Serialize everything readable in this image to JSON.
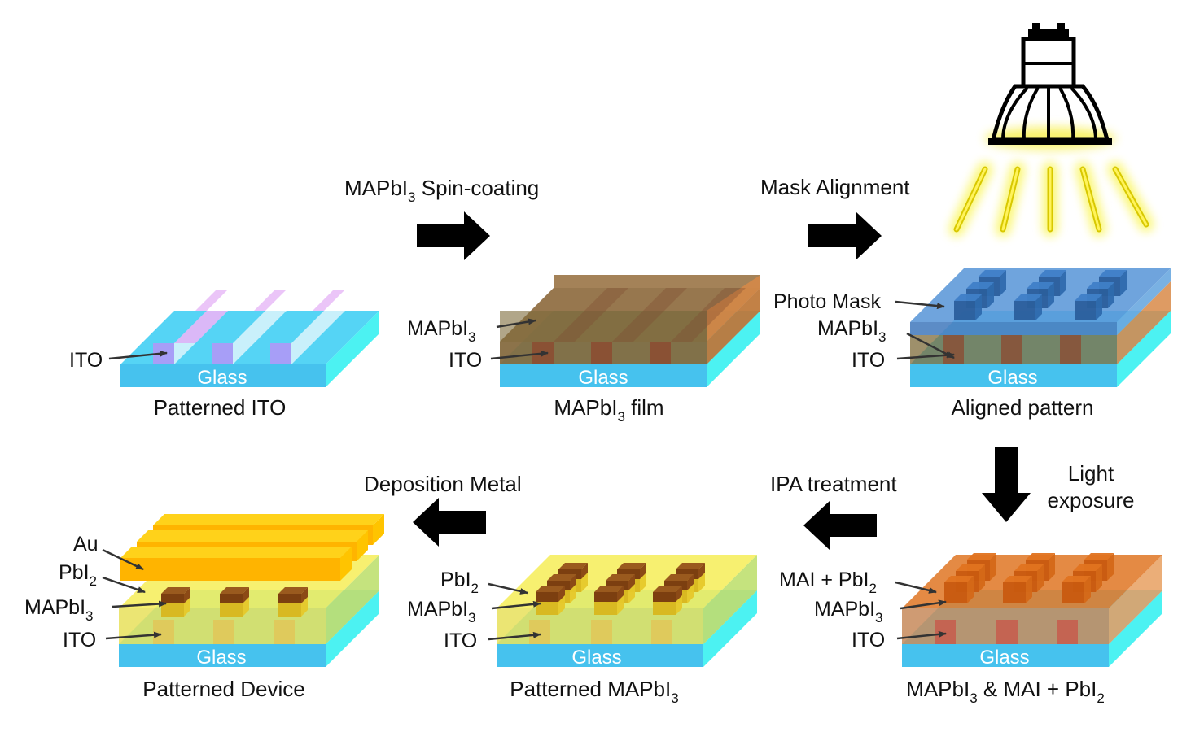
{
  "panels": {
    "p1": {
      "caption": "Patterned ITO",
      "glass": "Glass",
      "labels": {
        "ito": "ITO"
      }
    },
    "p2": {
      "caption_main": "MAPbI",
      "caption_sub": "3",
      "caption_tail": " film",
      "glass": "Glass",
      "labels": {
        "mapbi3_main": "MAPbI",
        "mapbi3_sub": "3",
        "ito": "ITO"
      }
    },
    "p3": {
      "caption": "Aligned pattern",
      "glass": "Glass",
      "labels": {
        "mask": "Photo Mask",
        "mapbi3_main": "MAPbI",
        "mapbi3_sub": "3",
        "ito": "ITO"
      }
    },
    "p4": {
      "caption_a": "MAPbI",
      "caption_a_sub": "3",
      "caption_b": " & MAI + PbI",
      "caption_b_sub": "2",
      "glass": "Glass",
      "labels": {
        "mai_main": "MAI + PbI",
        "mai_sub": "2",
        "mapbi3_main": "MAPbI",
        "mapbi3_sub": "3",
        "ito": "ITO"
      }
    },
    "p5": {
      "caption_main": "Patterned MAPbI",
      "caption_sub": "3",
      "glass": "Glass",
      "labels": {
        "pbi2_main": "PbI",
        "pbi2_sub": "2",
        "mapbi3_main": "MAPbI",
        "mapbi3_sub": "3",
        "ito": "ITO"
      }
    },
    "p6": {
      "caption": "Patterned Device",
      "glass": "Glass",
      "labels": {
        "au": "Au",
        "pbi2_main": "PbI",
        "pbi2_sub": "2",
        "mapbi3_main": "MAPbI",
        "mapbi3_sub": "3",
        "ito": "ITO"
      }
    }
  },
  "steps": {
    "spin_main": "MAPbI",
    "spin_sub": "3",
    "spin_tail": " Spin-coating",
    "mask": "Mask Alignment",
    "light_1": "Light",
    "light_2": "exposure",
    "ipa": "IPA treatment",
    "metal": "Deposition Metal"
  },
  "colors": {
    "glass_top": "#55d4f5",
    "glass_front": "#46c2ee",
    "glass_side": "#4cf2f2",
    "ito_stripe": "#a79ef7",
    "mapbi3": "#8d5a2b",
    "mask": "#3c78c4",
    "mai_pbi2": "#e07a2a",
    "pbi2_layer": "#f6ee5c",
    "pbi2_block": "#8c4a12",
    "au": "#ffb600",
    "light_beam": "#f0e000"
  }
}
